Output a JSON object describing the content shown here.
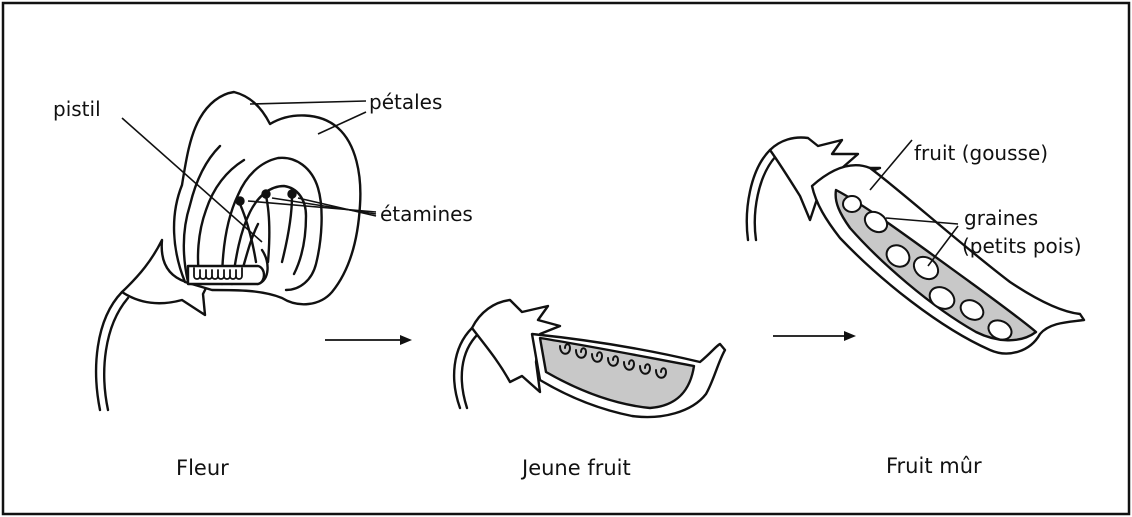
{
  "labels": {
    "pistil": "pistil",
    "petales": "pétales",
    "etamines": "étamines",
    "fruit_gousse": "fruit (gousse)",
    "graines": "graines",
    "petits_pois": "(petits pois)"
  },
  "captions": {
    "fleur": "Fleur",
    "jeune_fruit": "Jeune fruit",
    "fruit_mur": "Fruit mûr"
  },
  "colors": {
    "ink": "#111111",
    "fill_gray": "#c8c8c8",
    "background": "#ffffff"
  }
}
